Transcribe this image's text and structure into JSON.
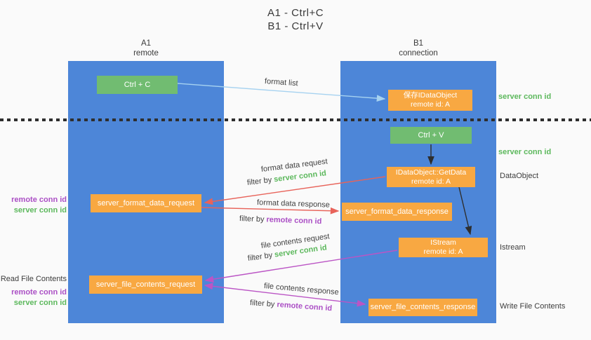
{
  "title": {
    "line1": "A1 - Ctrl+C",
    "line2": "B1 - Ctrl+V"
  },
  "columns": {
    "left": {
      "id": "A1",
      "name": "remote"
    },
    "right": {
      "id": "B1",
      "name": "connection"
    }
  },
  "nodes": {
    "ctrl_c": {
      "label": "Ctrl + C"
    },
    "ctrl_v": {
      "label": "Ctrl + V"
    },
    "save_dataobject": {
      "line1": "保存IDataObject",
      "line2": "remote id: A"
    },
    "getdata": {
      "line1": "IDataObject::GetData",
      "line2": "remote id: A"
    },
    "istream": {
      "line1": "IStream",
      "line2": "remote id: A"
    },
    "format_request": {
      "label": "server_format_data_request"
    },
    "format_response": {
      "label": "server_format_data_response"
    },
    "file_request": {
      "label": "server_file_contents_request"
    },
    "file_response": {
      "label": "server_file_contents_response"
    }
  },
  "flow_labels": {
    "format_list": "format list",
    "format_data_request": "format data request",
    "format_data_request_filter_prefix": "filter by ",
    "format_data_request_filter_key": "server conn id",
    "format_data_response": "format data response",
    "format_data_response_filter_prefix": "filter by ",
    "format_data_response_filter_key": "remote conn id",
    "file_contents_request": "file contents request",
    "file_contents_request_filter_prefix": "filter by ",
    "file_contents_request_filter_key": "server conn id",
    "file_contents_response": "file contents response",
    "file_contents_response_filter_prefix": "filter by ",
    "file_contents_response_filter_key": "remote conn id"
  },
  "side_labels": {
    "right_server_conn_id_top": "server conn id",
    "right_server_conn_id_mid": "server conn id",
    "right_dataobject": "DataObject",
    "right_istream": "Istream",
    "right_write_file_contents": "Write File Contents",
    "left_remote_conn_id_1": "remote conn id",
    "left_server_conn_id_1": "server conn id",
    "left_read_file_contents": "Read File Contents",
    "left_remote_conn_id_2": "remote conn id",
    "left_server_conn_id_2": "server conn id"
  },
  "colors": {
    "column_blue": "#4d86d8",
    "node_green": "#71bc71",
    "node_orange": "#f8a842",
    "conn_green": "#5cb85c",
    "conn_purple": "#ab4fc5",
    "arrow_red": "#e8635a",
    "arrow_blue": "#a6d2f0",
    "arrow_purple": "#bb55c5",
    "arrow_black": "#2e2e2e",
    "text_dark": "#3c3c3c"
  }
}
